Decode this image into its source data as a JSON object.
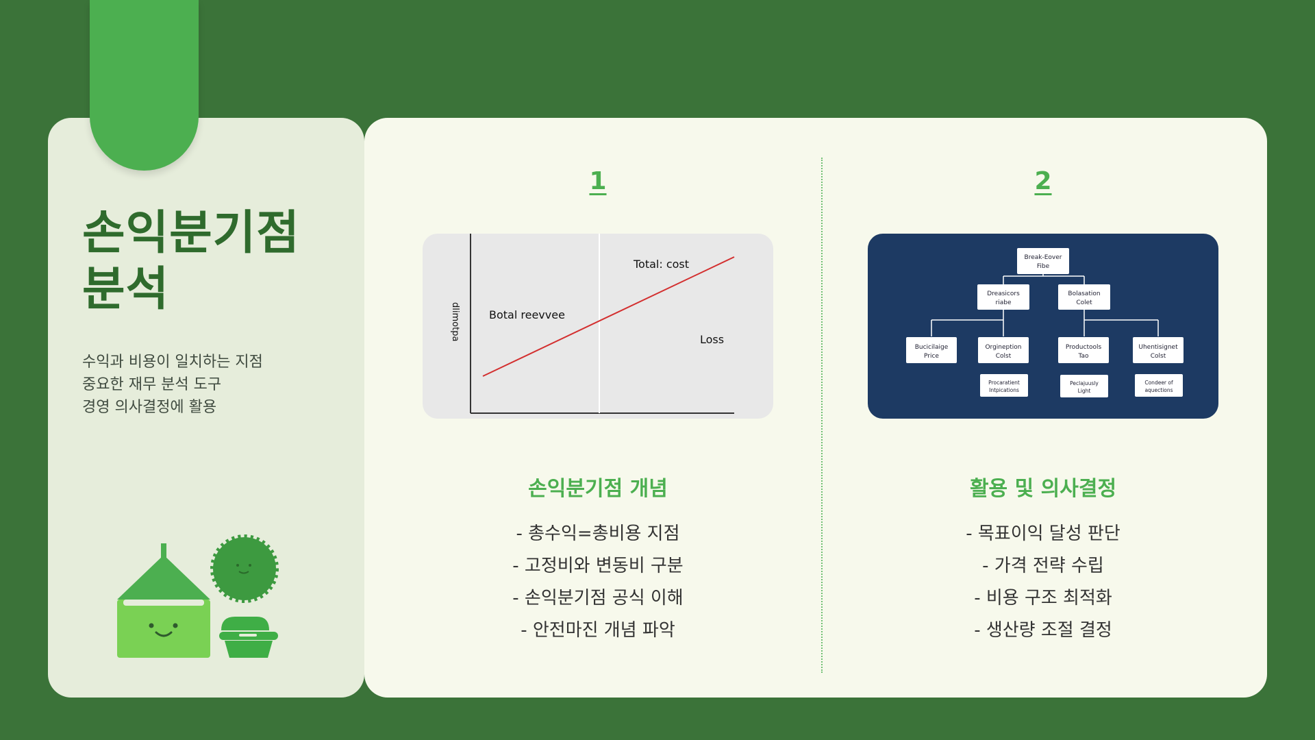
{
  "sidebar": {
    "title_line1": "손익분기점",
    "title_line2": "분석",
    "description": [
      "수익과 비용이 일치하는 지점",
      "중요한 재무 분석 도구",
      "경영 의사결정에 활용"
    ]
  },
  "columns": [
    {
      "number": "1",
      "heading": "손익분기점 개념",
      "bullets": [
        "- 총수익=총비용 지점",
        "- 고정비와 변동비 구분",
        "- 손익분기점 공식 이해",
        "- 안전마진 개념 파악"
      ]
    },
    {
      "number": "2",
      "heading": "활용 및 의사결정",
      "bullets": [
        "- 목표이익 달성 판단",
        "- 가격 전략 수립",
        "- 비용 구조 최적화",
        "- 생산량 조절 결정"
      ]
    }
  ],
  "chart_image": {
    "label_total_cost": "Total:  cost",
    "label_revenue": "Botal  reevvee",
    "label_loss": "Loss",
    "label_yaxis": "dlimotpa"
  },
  "tree_image": {
    "root": [
      "Break-Eover",
      "Fibe"
    ],
    "level1": [
      [
        "Dreasicors",
        "riabe"
      ],
      [
        "Bolasation",
        "Colet"
      ]
    ],
    "level2": [
      [
        "Bucicilaige",
        "Price"
      ],
      [
        "Orgineption",
        "Colst"
      ],
      [
        "Productools",
        "Tao"
      ],
      [
        "Uhentisignet",
        "Colst"
      ]
    ],
    "level3": [
      [
        "Procaratient",
        "Intpications"
      ],
      [
        "Peclajuusly",
        "Light"
      ],
      [
        "Condeer of",
        "aquections"
      ]
    ]
  },
  "colors": {
    "background": "#3b7339",
    "accent": "#4caf50",
    "title": "#2f6b2d",
    "panel_left": "#e6eddb",
    "panel_main": "#f7f9ec",
    "chart_line": "#d32f2f",
    "tree_bg": "#1d3a63"
  },
  "icons": [
    "house-icon",
    "sun-icon",
    "food-box-icon"
  ]
}
